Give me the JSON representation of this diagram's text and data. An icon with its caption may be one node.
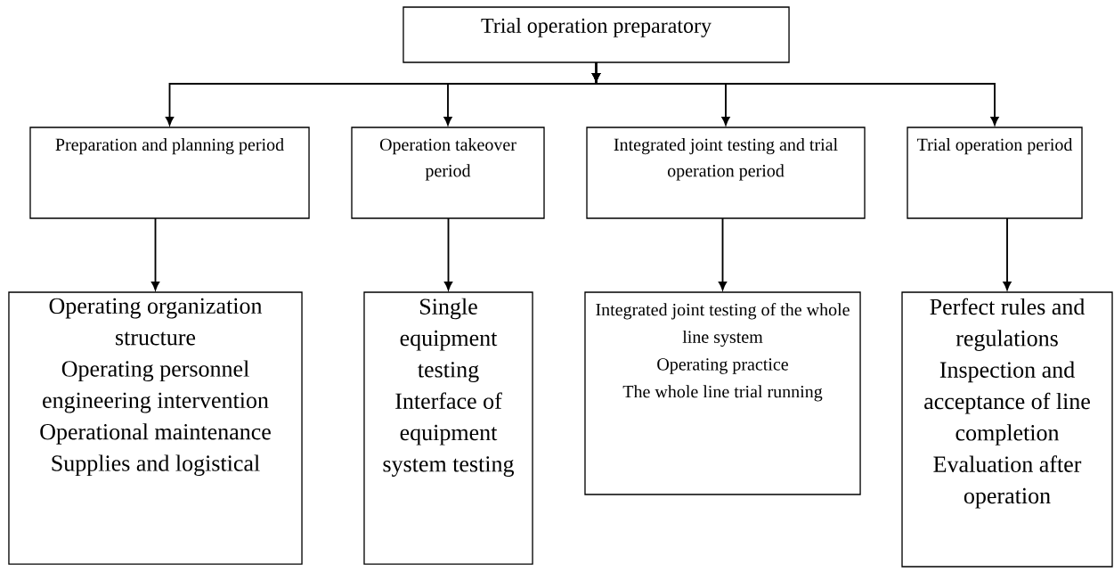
{
  "diagram": {
    "nodes": [
      {
        "text": [
          "Trial operation preparatory"
        ]
      },
      {
        "text": [
          "Preparation and planning period"
        ]
      },
      {
        "text": [
          "Operation takeover period"
        ]
      },
      {
        "text": [
          "Integrated joint testing and trial operation period"
        ]
      },
      {
        "text": [
          "Trial operation period"
        ]
      },
      {
        "text": [
          "Operating organization structure",
          "Operating personnel engineering intervention",
          "Operational maintenance",
          "Supplies and logistical"
        ]
      },
      {
        "text": [
          "Single equipment testing",
          "Interface of equipment system testing"
        ]
      },
      {
        "text": [
          "Integrated joint testing of the whole line system",
          "Operating  practice",
          "The whole line trial running"
        ]
      },
      {
        "text": [
          "Perfect rules and regulations",
          "Inspection and acceptance of line completion",
          "Evaluation after operation"
        ]
      }
    ],
    "edges": [
      {
        "from": 0,
        "to": 1,
        "arrow": "to"
      },
      {
        "from": 0,
        "to": 2,
        "arrow": "to"
      },
      {
        "from": 0,
        "to": 3,
        "arrow": "to"
      },
      {
        "from": 0,
        "to": 4,
        "arrow": "to"
      },
      {
        "from": 1,
        "to": 5,
        "arrow": "to"
      },
      {
        "from": 2,
        "to": 6,
        "arrow": "to"
      },
      {
        "from": 3,
        "to": 7,
        "arrow": "to"
      },
      {
        "from": 4,
        "to": 8,
        "arrow": "to"
      }
    ]
  }
}
